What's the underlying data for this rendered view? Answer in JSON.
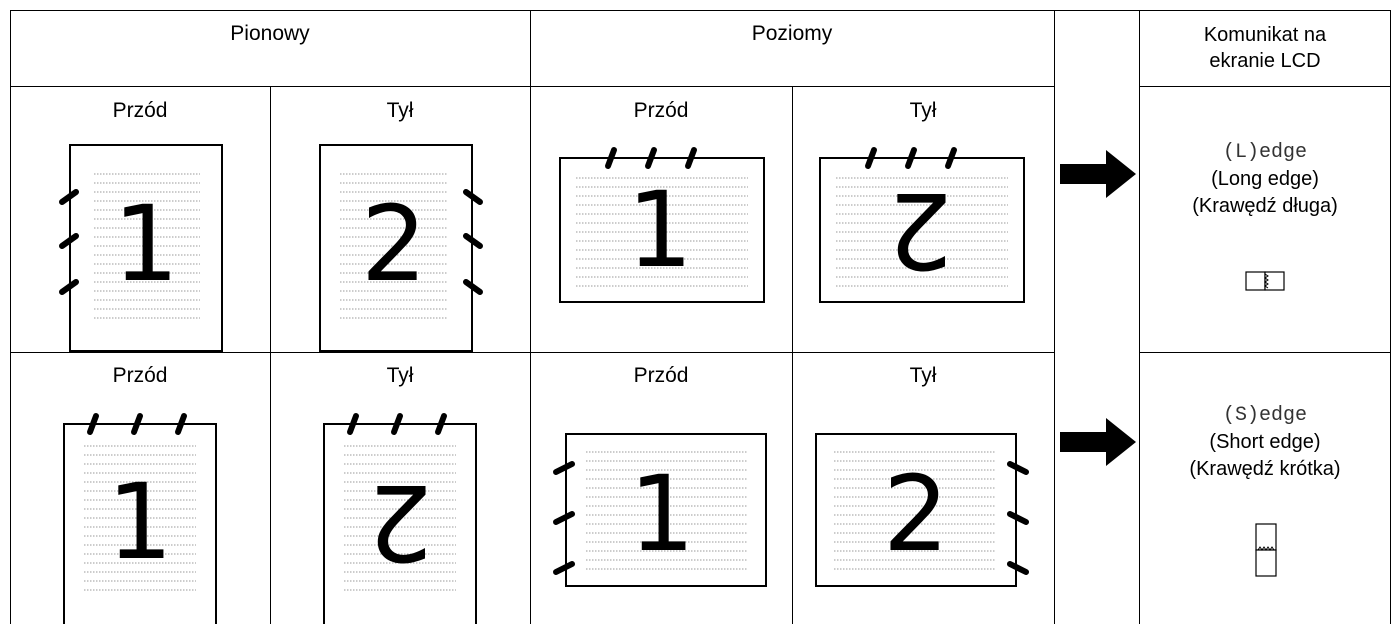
{
  "headers": {
    "portrait": "Pionowy",
    "landscape": "Poziomy",
    "lcd": "Komunikat na\nekranie LCD"
  },
  "rows": [
    {
      "pages": [
        {
          "label": "Przód",
          "number": "1"
        },
        {
          "label": "Tył",
          "number": "2"
        },
        {
          "label": "Przód",
          "number": "1"
        },
        {
          "label": "Tył",
          "number": "2"
        }
      ],
      "lcd": {
        "code": "(L)edge",
        "english": "(Long edge)",
        "polish": "(Krawędź długa)"
      }
    },
    {
      "pages": [
        {
          "label": "Przód",
          "number": "1"
        },
        {
          "label": "Tył",
          "number": "2"
        },
        {
          "label": "Przód",
          "number": "1"
        },
        {
          "label": "Tył",
          "number": "2"
        }
      ],
      "lcd": {
        "code": "(S)edge",
        "english": "(Short edge)",
        "polish": "(Krawędź krótka)"
      }
    }
  ]
}
